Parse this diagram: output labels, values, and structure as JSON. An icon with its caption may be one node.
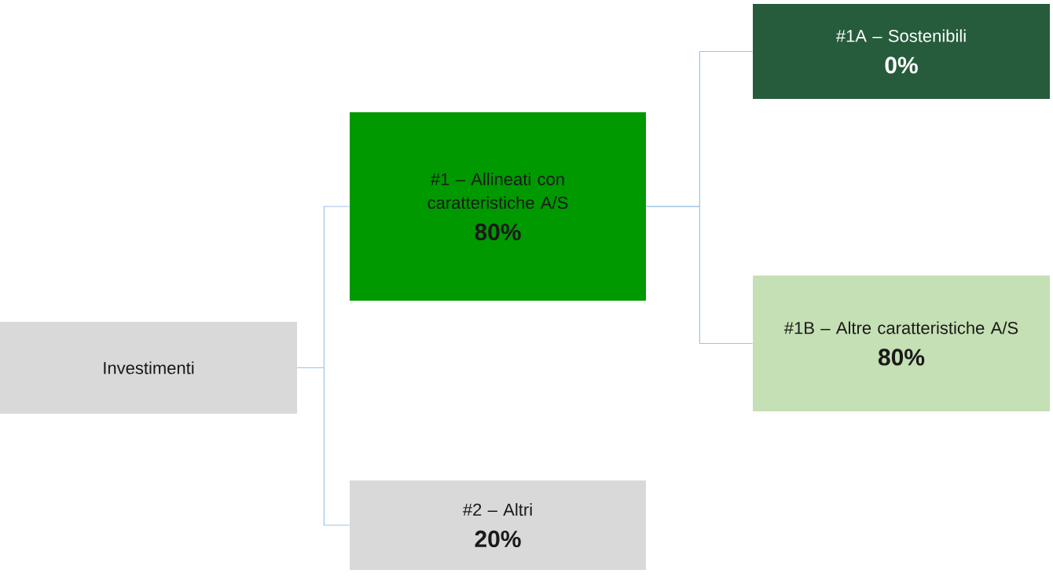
{
  "diagram": {
    "nodes": [
      {
        "text": [
          "Investimenti"
        ]
      },
      {
        "text": [
          "#1 – Allineati con caratteristiche A/S",
          "80%"
        ]
      },
      {
        "text": [
          "#2 – Altri",
          "20%"
        ]
      },
      {
        "text": [
          "#1A – Sostenibili",
          "0%"
        ]
      },
      {
        "text": [
          "#1B – Altre caratteristiche A/S",
          "80%"
        ]
      }
    ],
    "edges": [
      {
        "from": 0,
        "to": 1,
        "arrow": "none"
      },
      {
        "from": 0,
        "to": 2,
        "arrow": "none"
      },
      {
        "from": 1,
        "to": 3,
        "arrow": "none"
      },
      {
        "from": 1,
        "to": 4,
        "arrow": "none"
      }
    ]
  }
}
